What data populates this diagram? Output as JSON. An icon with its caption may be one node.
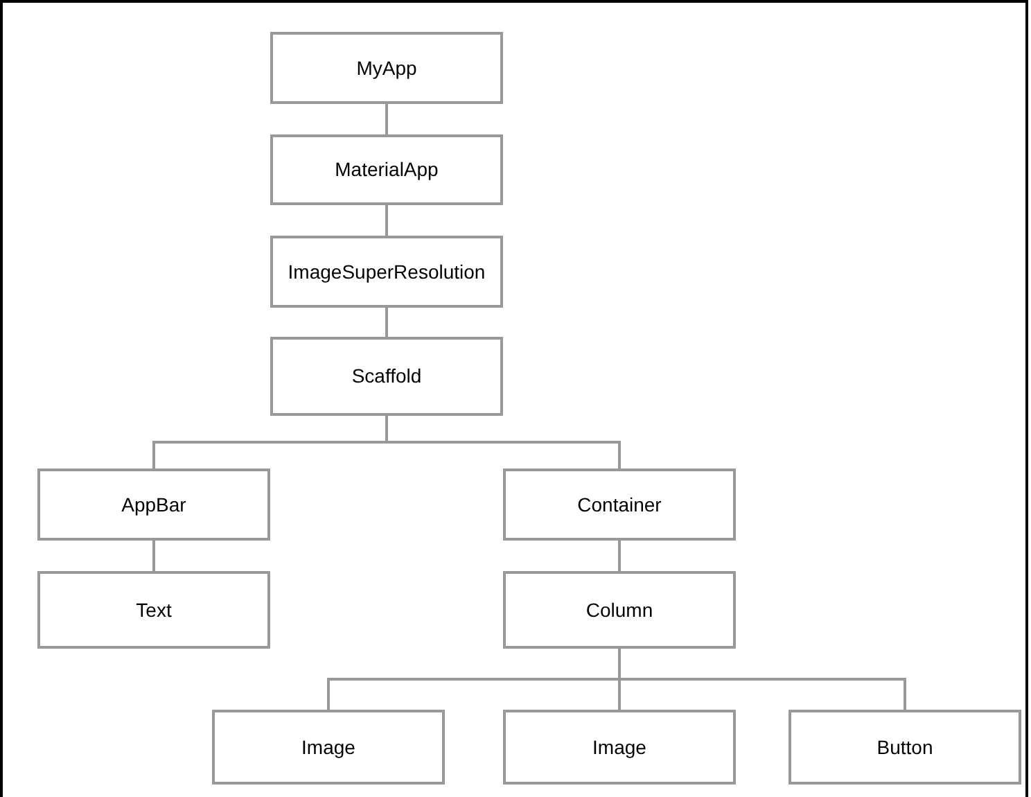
{
  "diagram": {
    "nodes": [
      {
        "text": [
          "MyApp"
        ]
      },
      {
        "text": [
          "MaterialApp"
        ]
      },
      {
        "text": [
          "ImageSuperResolution"
        ]
      },
      {
        "text": [
          "Scaffold"
        ]
      },
      {
        "text": [
          "AppBar"
        ]
      },
      {
        "text": [
          "Container"
        ]
      },
      {
        "text": [
          "Text"
        ]
      },
      {
        "text": [
          "Column"
        ]
      },
      {
        "text": [
          "Image"
        ]
      },
      {
        "text": [
          "Image"
        ]
      },
      {
        "text": [
          "Button"
        ]
      }
    ],
    "edges": [
      {
        "from": 0,
        "to": 1,
        "arrow": "none"
      },
      {
        "from": 1,
        "to": 2,
        "arrow": "none"
      },
      {
        "from": 2,
        "to": 3,
        "arrow": "none"
      },
      {
        "from": 3,
        "to": 4,
        "arrow": "none"
      },
      {
        "from": 3,
        "to": 5,
        "arrow": "none"
      },
      {
        "from": 4,
        "to": 6,
        "arrow": "none"
      },
      {
        "from": 5,
        "to": 7,
        "arrow": "none"
      },
      {
        "from": 7,
        "to": 8,
        "arrow": "none"
      },
      {
        "from": 7,
        "to": 9,
        "arrow": "none"
      },
      {
        "from": 7,
        "to": 10,
        "arrow": "none"
      }
    ]
  }
}
